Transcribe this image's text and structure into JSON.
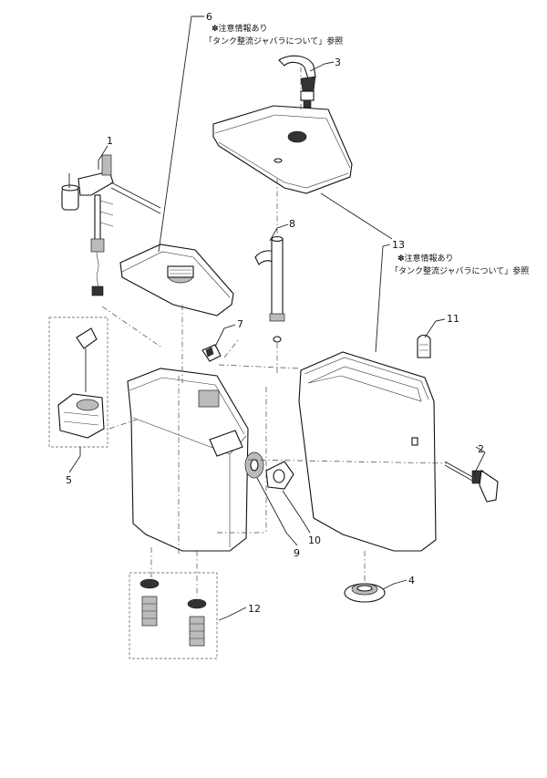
{
  "diagram": {
    "callouts": {
      "c1": "1",
      "c2": "2",
      "c3": "3",
      "c4": "4",
      "c5": "5",
      "c6": "6",
      "c7": "7",
      "c8": "8",
      "c9": "9",
      "c10": "10",
      "c11": "11",
      "c12": "12",
      "c13": "13"
    },
    "note6": {
      "line1": "✽注意情報あり",
      "line2": "「タンク整流ジャバラについて」参照"
    },
    "note13": {
      "line1": "✽注意情報あり",
      "line2": "「タンク整流ジャバラについて」参照"
    }
  }
}
